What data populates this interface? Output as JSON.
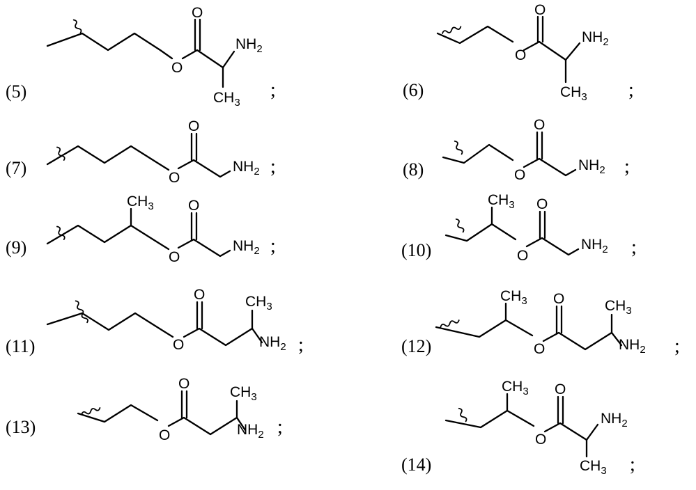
{
  "structures": [
    {
      "label": "(5)",
      "atoms": {
        "ketone_o": "O",
        "ester_o": "O",
        "amine": "NH",
        "amine_sub": "2",
        "methyl": "CH",
        "methyl_sub": "3"
      },
      "terminator": ";"
    },
    {
      "label": "(6)",
      "atoms": {
        "ketone_o": "O",
        "ester_o": "O",
        "amine": "NH",
        "amine_sub": "2",
        "methyl": "CH",
        "methyl_sub": "3"
      },
      "terminator": ";"
    },
    {
      "label": "(7)",
      "atoms": {
        "ketone_o": "O",
        "ester_o": "O",
        "amine": "NH",
        "amine_sub": "2"
      },
      "terminator": ";"
    },
    {
      "label": "(8)",
      "atoms": {
        "ketone_o": "O",
        "ester_o": "O",
        "amine": "NH",
        "amine_sub": "2"
      },
      "terminator": ";"
    },
    {
      "label": "(9)",
      "atoms": {
        "ketone_o": "O",
        "ester_o": "O",
        "amine": "NH",
        "amine_sub": "2",
        "methyl": "CH",
        "methyl_sub": "3"
      },
      "terminator": ";"
    },
    {
      "label": "(10)",
      "atoms": {
        "ketone_o": "O",
        "ester_o": "O",
        "amine": "NH",
        "amine_sub": "2",
        "methyl": "CH",
        "methyl_sub": "3"
      },
      "terminator": ";"
    },
    {
      "label": "(11)",
      "atoms": {
        "ketone_o": "O",
        "ester_o": "O",
        "amine": "NH",
        "amine_sub": "2",
        "methyl": "CH",
        "methyl_sub": "3"
      },
      "terminator": ";"
    },
    {
      "label": "(12)",
      "atoms": {
        "ketone_o": "O",
        "ester_o": "O",
        "amine": "NH",
        "amine_sub": "2",
        "methyl": "CH",
        "methyl_sub": "3",
        "methyl2": "CH",
        "methyl2_sub": "3"
      },
      "terminator": ";"
    },
    {
      "label": "(13)",
      "atoms": {
        "ketone_o": "O",
        "ester_o": "O",
        "amine": "NH",
        "amine_sub": "2",
        "methyl": "CH",
        "methyl_sub": "3"
      },
      "terminator": ";"
    },
    {
      "label": "(14)",
      "atoms": {
        "ketone_o": "O",
        "ester_o": "O",
        "amine": "NH",
        "amine_sub": "2",
        "methyl": "CH",
        "methyl_sub": "3",
        "methyl2": "CH",
        "methyl2_sub": "3"
      },
      "terminator": ";"
    }
  ]
}
